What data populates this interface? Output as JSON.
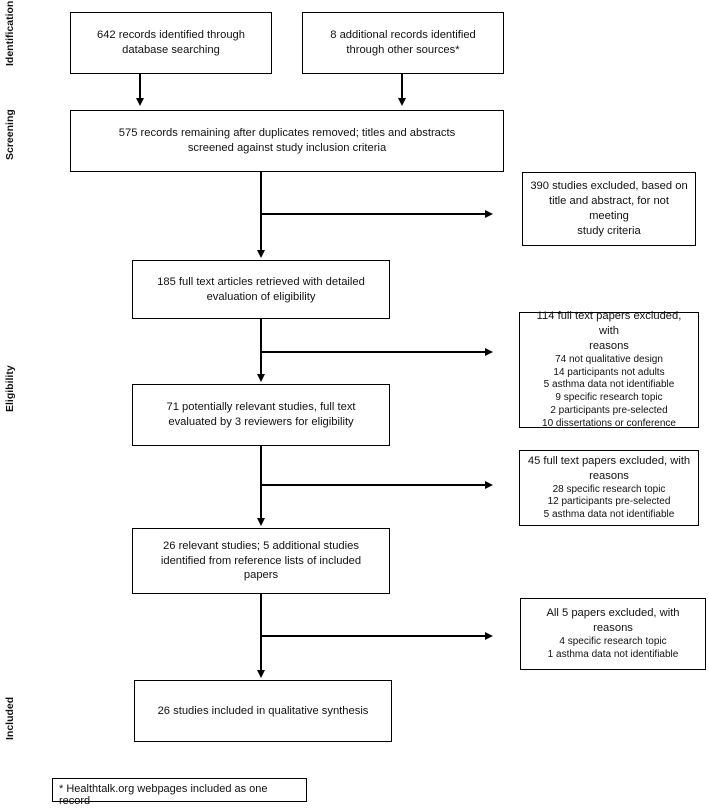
{
  "stages": {
    "identification": "Identification",
    "screening": "Screening",
    "eligibility": "Eligibility",
    "included": "Included"
  },
  "boxes": {
    "db_records": [
      "642 records identified through",
      "database searching"
    ],
    "other_records": [
      "8 additional records identified",
      "through other sources*"
    ],
    "after_duplicates": [
      "575 records remaining after duplicates removed; titles and abstracts",
      "screened against study inclusion criteria"
    ],
    "fulltext_retrieved": [
      "185 full text articles retrieved with detailed",
      "evaluation of eligibility"
    ],
    "potentially_relevant": [
      "71 potentially relevant studies, full text",
      "evaluated by 3 reviewers for eligibility"
    ],
    "relevant_studies": [
      "26 relevant studies; 5 additional studies",
      "identified from reference lists of included",
      "papers"
    ],
    "included": [
      "26 studies included in qualitative synthesis"
    ]
  },
  "exclusions": {
    "title_abstract": {
      "heading": [
        "390 studies excluded, based on",
        "title and abstract, for not meeting",
        "study criteria"
      ],
      "reasons": []
    },
    "fulltext_114": {
      "heading": [
        "114 full text papers excluded, with",
        "reasons"
      ],
      "reasons": [
        "74 not qualitative design",
        "14 participants not adults",
        "5 asthma data not identifiable",
        "9 specific research topic",
        "2 participants pre-selected",
        "10 dissertations or conference"
      ]
    },
    "fulltext_45": {
      "heading": [
        "45 full text papers excluded, with",
        "reasons"
      ],
      "reasons": [
        "28 specific research topic",
        "12 participants pre-selected",
        "5 asthma data not identifiable"
      ]
    },
    "papers_5": {
      "heading": [
        "All 5 papers excluded, with reasons"
      ],
      "reasons": [
        "4 specific research topic",
        "1 asthma data not identifiable"
      ]
    }
  },
  "footnote": "* Healthtalk.org webpages included as one record"
}
